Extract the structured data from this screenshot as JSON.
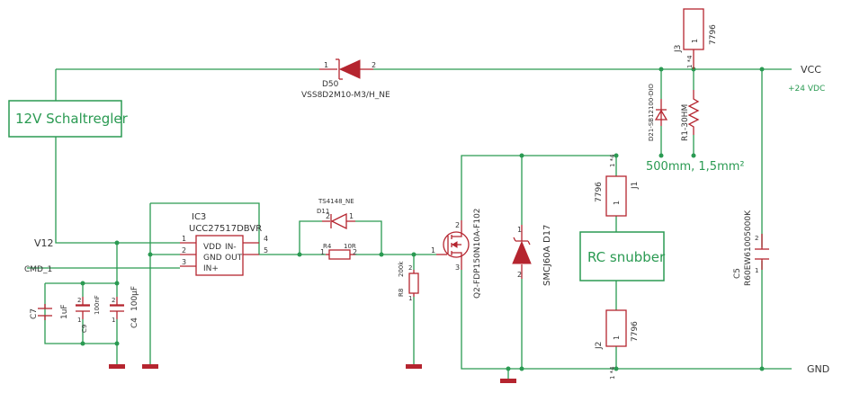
{
  "nets": {
    "vcc": "VCC",
    "vcc_voltage": "+24 VDC",
    "gnd": "GND",
    "v12": "V12",
    "cmd": "CMD_1"
  },
  "blocks": {
    "regulator": "12V Schaltregler",
    "snubber": "RC snubber",
    "wire_note": "500mm, 1,5mm²"
  },
  "d50": {
    "name": "D50",
    "part": "VSS8D2M10-M3/H_NE",
    "pin1": "1",
    "pin2": "2"
  },
  "j3": {
    "name": "J3",
    "value": "7796",
    "pin": "1",
    "pin_top": "1",
    "pin_side": "1 *4"
  },
  "d21": {
    "part": "D21-SB12100-DIO"
  },
  "r1": {
    "label": "R1-30HM"
  },
  "ic3": {
    "name": "IC3",
    "part": "UCC27517DBVR",
    "pin_vdd": "VDD",
    "pin_gnd": "GND",
    "pin_inp": "IN+",
    "pin_inm": "IN-",
    "pin_out": "OUT",
    "n1": "1",
    "n2": "2",
    "n3": "3",
    "n4": "4",
    "n5": "5"
  },
  "d11": {
    "name": "D11",
    "part": "TS4148_NE",
    "pin1": "1",
    "pin2": "2"
  },
  "r4": {
    "name": "R4",
    "value": "10R",
    "pin1": "1",
    "pin2": "2"
  },
  "r8": {
    "name": "R8",
    "value": "200k",
    "pin1": "1",
    "pin2": "2"
  },
  "q2": {
    "label": "Q2-FDP150N10A-F102",
    "pin1": "1",
    "pin2": "2",
    "pin3": "3"
  },
  "d17": {
    "name": "D17",
    "part": "SMCJ60A",
    "pin1": "1",
    "pin2": "2"
  },
  "j1": {
    "name": "J1",
    "value": "7796",
    "pin1": "1",
    "pin_side": "1 *4"
  },
  "j2": {
    "name": "J2",
    "value": "7796",
    "pin1": "1",
    "pin_side": "1 *4"
  },
  "c5": {
    "name": "C5",
    "part": "R60EW61005000K",
    "pin1": "1",
    "pin2": "2"
  },
  "c7": {
    "name": "C7",
    "value": "1uF"
  },
  "c9": {
    "name": "C9",
    "value": "100nF"
  },
  "c4": {
    "name": "C4",
    "value": "100µF"
  },
  "pins": {
    "p1": "1",
    "p2": "2"
  }
}
